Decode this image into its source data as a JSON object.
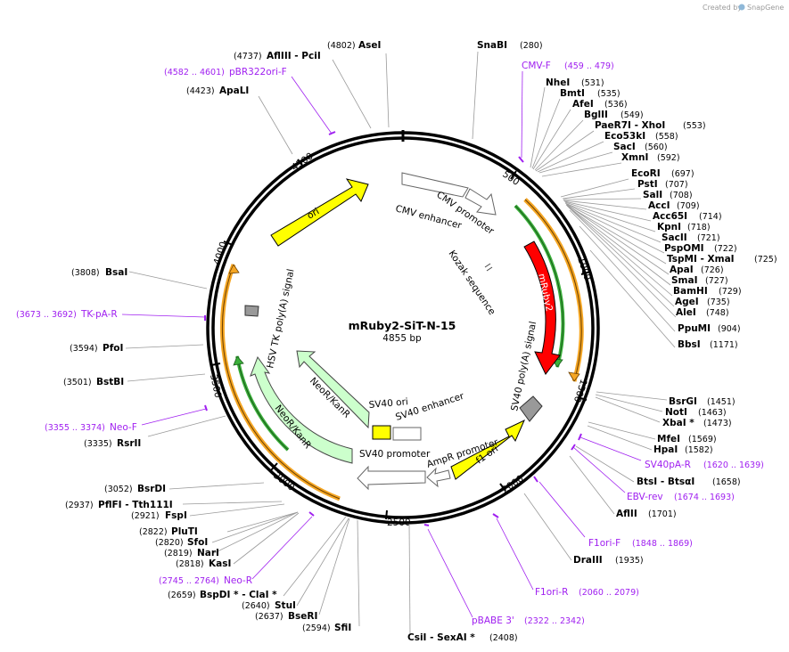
{
  "credit": {
    "prefix": "Created by",
    "brand": "SnapGene"
  },
  "plasmid": {
    "name": "mRuby2-SiT-N-15",
    "length": "4855 bp"
  },
  "ticks": [
    "500",
    "1000",
    "1500",
    "2000",
    "2500",
    "3000",
    "3500",
    "4000",
    "4500"
  ],
  "sites": {
    "asei": {
      "name": "AseI",
      "pos": "(4802)"
    },
    "aflIII": {
      "name": "AflIII  - PciI",
      "pos": "(4737)"
    },
    "apaLI": {
      "name": "ApaLI",
      "pos": "(4423)"
    },
    "snabi": {
      "name": "SnaBI",
      "pos": "(280)"
    },
    "nhei": {
      "name": "NheI",
      "pos": "(531)"
    },
    "bmti": {
      "name": "BmtI",
      "pos": "(535)"
    },
    "afei": {
      "name": "AfeI",
      "pos": "(536)"
    },
    "bglii": {
      "name": "BglII",
      "pos": "(549)"
    },
    "paer7i": {
      "name": "PaeR7I  - XhoI",
      "pos": "(553)"
    },
    "eco53ki": {
      "name": "Eco53kI",
      "pos": "(558)"
    },
    "saci": {
      "name": "SacI",
      "pos": "(560)"
    },
    "xmni": {
      "name": "XmnI",
      "pos": "(592)"
    },
    "ecori": {
      "name": "EcoRI",
      "pos": "(697)"
    },
    "psti": {
      "name": "PstI",
      "pos": "(707)"
    },
    "sali": {
      "name": "SalI",
      "pos": "(708)"
    },
    "acci": {
      "name": "AccI",
      "pos": "(709)"
    },
    "acc65i": {
      "name": "Acc65I",
      "pos": "(714)"
    },
    "kpni": {
      "name": "KpnI",
      "pos": "(718)"
    },
    "sacii": {
      "name": "SacII",
      "pos": "(721)"
    },
    "pspomi": {
      "name": "PspOMI",
      "pos": "(722)"
    },
    "tspmi": {
      "name": "TspMI  - XmaI",
      "pos": "(725)"
    },
    "apai": {
      "name": "ApaI",
      "pos": "(726)"
    },
    "smai": {
      "name": "SmaI",
      "pos": "(727)"
    },
    "bamhi": {
      "name": "BamHI",
      "pos": "(729)"
    },
    "agei": {
      "name": "AgeI",
      "pos": "(735)"
    },
    "alei": {
      "name": "AleI",
      "pos": "(748)"
    },
    "ppumi": {
      "name": "PpuMI",
      "pos": "(904)"
    },
    "bbsi": {
      "name": "BbsI",
      "pos": "(1171)"
    },
    "bsrgi": {
      "name": "BsrGI",
      "pos": "(1451)"
    },
    "noti": {
      "name": "NotI",
      "pos": "(1463)"
    },
    "xbai": {
      "name": "XbaI *",
      "pos": "(1473)"
    },
    "mfei": {
      "name": "MfeI",
      "pos": "(1569)"
    },
    "hpai": {
      "name": "HpaI",
      "pos": "(1582)"
    },
    "btsi": {
      "name": "BtsI  - BtsαI",
      "pos": "(1658)"
    },
    "aflii": {
      "name": "AflII",
      "pos": "(1701)"
    },
    "draiii": {
      "name": "DraIII",
      "pos": "(1935)"
    },
    "csii": {
      "name": "CsiI  - SexAI *",
      "pos": "(2408)"
    },
    "sfii": {
      "name": "SfiI",
      "pos": "(2594)"
    },
    "bseri": {
      "name": "BseRI",
      "pos": "(2637)"
    },
    "stui": {
      "name": "StuI",
      "pos": "(2640)"
    },
    "bspdi": {
      "name": "BspDI *  - ClaI *",
      "pos": "(2659)"
    },
    "kasi": {
      "name": "KasI",
      "pos": "(2818)"
    },
    "nari": {
      "name": "NarI",
      "pos": "(2819)"
    },
    "sfoi": {
      "name": "SfoI",
      "pos": "(2820)"
    },
    "pluti": {
      "name": "PluTI",
      "pos": "(2822)"
    },
    "fspi": {
      "name": "FspI",
      "pos": "(2921)"
    },
    "pflfi": {
      "name": "PflFI  - Tth111I",
      "pos": "(2937)"
    },
    "bsrdi": {
      "name": "BsrDI",
      "pos": "(3052)"
    },
    "rsrii": {
      "name": "RsrII",
      "pos": "(3335)"
    },
    "bstbi": {
      "name": "BstBI",
      "pos": "(3501)"
    },
    "pfoi": {
      "name": "PfoI",
      "pos": "(3594)"
    },
    "bsai": {
      "name": "BsaI",
      "pos": "(3808)"
    }
  },
  "primers": {
    "pbr322": {
      "name": "pBR322ori-F",
      "pos": "(4582 .. 4601)"
    },
    "cmvf": {
      "name": "CMV-F",
      "pos": "(459 .. 479)"
    },
    "sv40par": {
      "name": "SV40pA-R",
      "pos": "(1620 .. 1639)"
    },
    "ebvrev": {
      "name": "EBV-rev",
      "pos": "(1674 .. 1693)"
    },
    "f1orif": {
      "name": "F1ori-F",
      "pos": "(1848 .. 1869)"
    },
    "f1orir": {
      "name": "F1ori-R",
      "pos": "(2060 .. 2079)"
    },
    "pbabe": {
      "name": "pBABE 3'",
      "pos": "(2322 .. 2342)"
    },
    "neor": {
      "name": "Neo-R",
      "pos": "(2745 .. 2764)"
    },
    "neof": {
      "name": "Neo-F",
      "pos": "(3355 .. 3374)"
    },
    "tkpar": {
      "name": "TK-pA-R",
      "pos": "(3673 .. 3692)"
    }
  },
  "features": {
    "cmv_enhancer": "CMV enhancer",
    "cmv_promoter": "CMV promoter",
    "kozak": "Kozak sequence",
    "mruby2": "mRuby2",
    "sv40_polya": "SV40 poly(A) signal",
    "f1_ori": "f1 ori",
    "ampr_promoter": "AmpR promoter",
    "sv40_promoter": "SV40 promoter",
    "sv40_ori": "SV40 ori",
    "sv40_enhancer": "SV40 enhancer",
    "neokanr_inner": "NeoR/KanR",
    "neokanr_outer": "NeoR/KanR",
    "hsv_tk": "HSV TK poly(A) signal",
    "ori": "ori"
  },
  "colors": {
    "mruby2": "#ff0000",
    "yellow": "#ffff00",
    "neo": "#ccffcc",
    "orf_orange": "#f5a623",
    "orf_green": "#3bb03b",
    "primer": "#a020f0"
  }
}
